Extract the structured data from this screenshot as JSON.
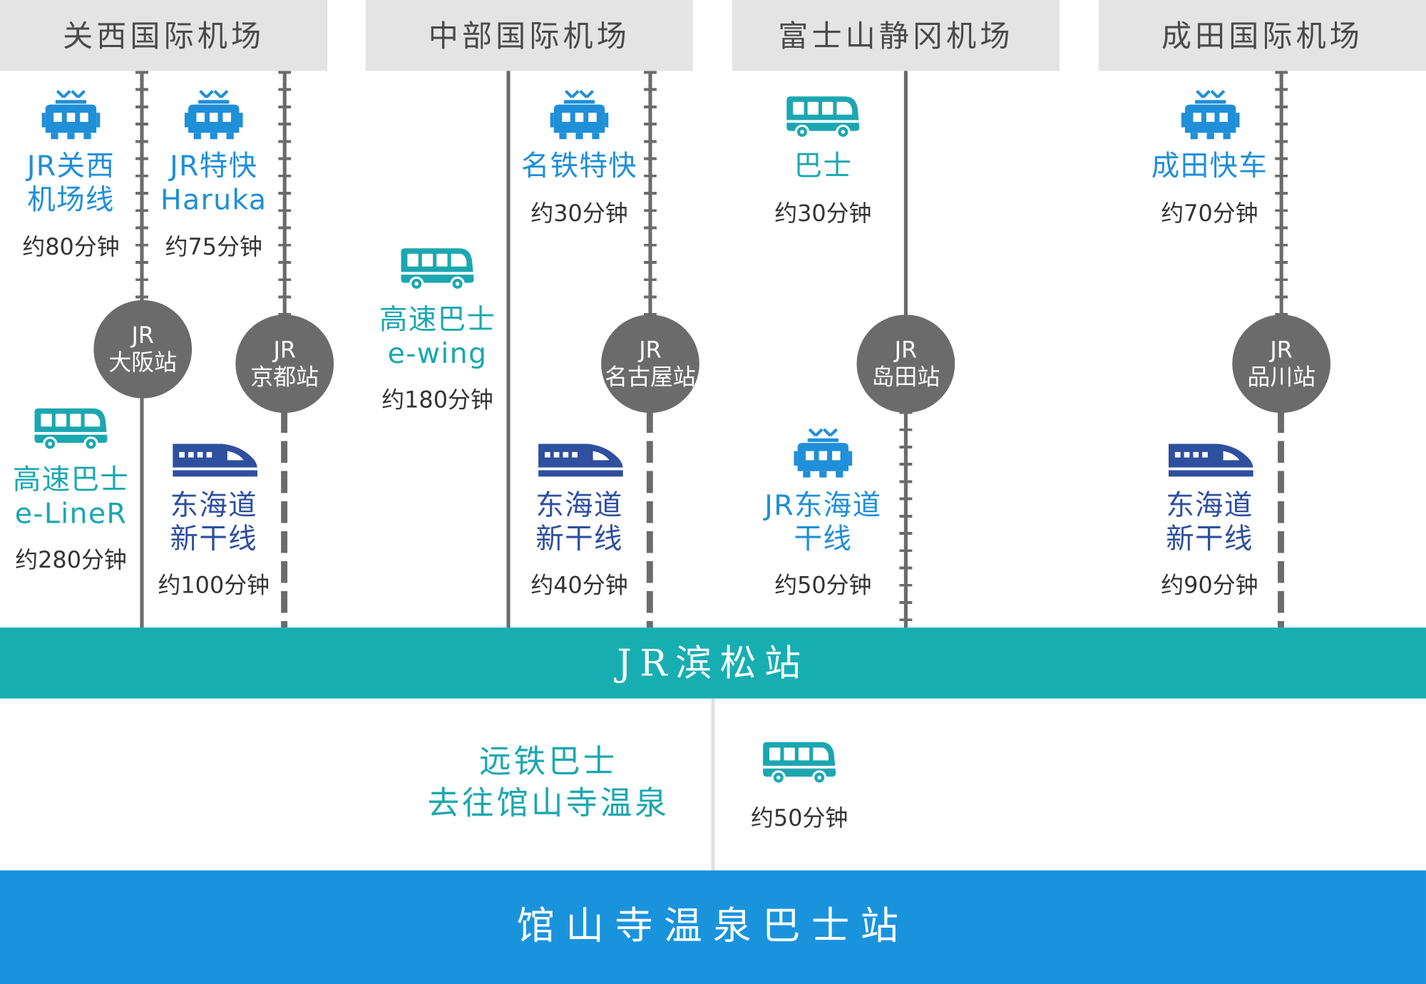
{
  "colors": {
    "header_bg": "#e4e4e4",
    "rail": "#6b6b6b",
    "train_blue": "#1f8fd8",
    "bus_teal": "#1ba7b0",
    "shinkansen_navy": "#2f4f9f",
    "hamamatsu_band": "#17aeb2",
    "onsen_band": "#1a93dd"
  },
  "airports": [
    {
      "name": "关西国际机场"
    },
    {
      "name": "中部国际机场"
    },
    {
      "name": "富士山静冈机场"
    },
    {
      "name": "成田国际机场"
    }
  ],
  "stations": {
    "osaka": {
      "line1": "JR",
      "line2": "大阪站"
    },
    "kyoto": {
      "line1": "JR",
      "line2": "京都站"
    },
    "nagoya": {
      "line1": "JR",
      "line2": "名古屋站"
    },
    "shimada": {
      "line1": "JR",
      "line2": "岛田站"
    },
    "shinagawa": {
      "line1": "JR",
      "line2": "品川站"
    }
  },
  "routes": {
    "kansai_jr": {
      "icon": "train-icon",
      "line1": "JR关西",
      "line2": "机场线",
      "time": "约80分钟"
    },
    "haruka": {
      "icon": "train-icon",
      "line1": "JR特快",
      "line2": "Haruka",
      "time": "约75分钟"
    },
    "kansai_bus": {
      "icon": "bus-icon",
      "line1": "高速巴士",
      "line2": "e-LineR",
      "time": "约280分钟"
    },
    "osaka_shinkansen": {
      "icon": "shinkansen-icon",
      "line1": "东海道",
      "line2": "新干线",
      "time": "约100分钟"
    },
    "ewing": {
      "icon": "bus-icon",
      "line1": "高速巴士",
      "line2": "e-wing",
      "time": "约180分钟"
    },
    "meitetsu": {
      "icon": "train-icon",
      "line1": "名铁特快",
      "time": "约30分钟"
    },
    "nagoya_shinkansen": {
      "icon": "shinkansen-icon",
      "line1": "东海道",
      "line2": "新干线",
      "time": "约40分钟"
    },
    "fuji_bus": {
      "icon": "bus-icon",
      "line1": "巴士",
      "time": "约30分钟"
    },
    "jr_tokaido": {
      "icon": "train-icon",
      "line1": "JR东海道",
      "line2": "干线",
      "time": "约50分钟"
    },
    "narita_express": {
      "icon": "train-icon",
      "line1": "成田快车",
      "time": "约70分钟"
    },
    "tokyo_shinkansen": {
      "icon": "shinkansen-icon",
      "line1": "东海道",
      "line2": "新干线",
      "time": "约90分钟"
    }
  },
  "hamamatsu": "JR滨松站",
  "entetsu": {
    "icon": "bus-icon",
    "line1": "远铁巴士",
    "line2": "去往馆山寺温泉",
    "time": "约50分钟"
  },
  "destination": "馆山寺温泉巴士站"
}
